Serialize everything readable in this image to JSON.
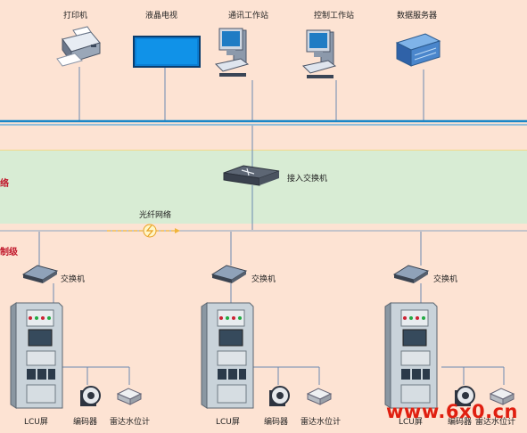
{
  "top_devices": [
    {
      "label": "打印机",
      "icon": "printer-icon"
    },
    {
      "label": "液晶电视",
      "icon": "lcd-tv-icon"
    },
    {
      "label": "通讯工作站",
      "icon": "workstation-icon"
    },
    {
      "label": "控制工作站",
      "icon": "workstation-icon"
    },
    {
      "label": "数据服务器",
      "icon": "server-icon"
    }
  ],
  "access_switch_label": "接入交换机",
  "mid_band_label_partial": "络",
  "fiber_label": "光纤网络",
  "bottom_band_label_partial": "制级",
  "field_groups": [
    {
      "switch_label": "交换机",
      "cabinet_label": "LCU屏",
      "encoder_label": "编码器",
      "radar_label": "雷达水位计"
    },
    {
      "switch_label": "交换机",
      "cabinet_label": "LCU屏",
      "encoder_label": "编码器",
      "radar_label": "雷达水位计"
    },
    {
      "switch_label": "交换机",
      "cabinet_label": "LCU屏",
      "encoder_label": "编码器",
      "radar_label": "雷达水位计"
    }
  ],
  "watermark": "www.6x0.cn",
  "colors": {
    "top_band": "#fde3d3",
    "mid_band": "#d8ecd4",
    "bus_line": "#1a86c7",
    "watermark": "#e01f10",
    "label_red": "#c0162a"
  }
}
